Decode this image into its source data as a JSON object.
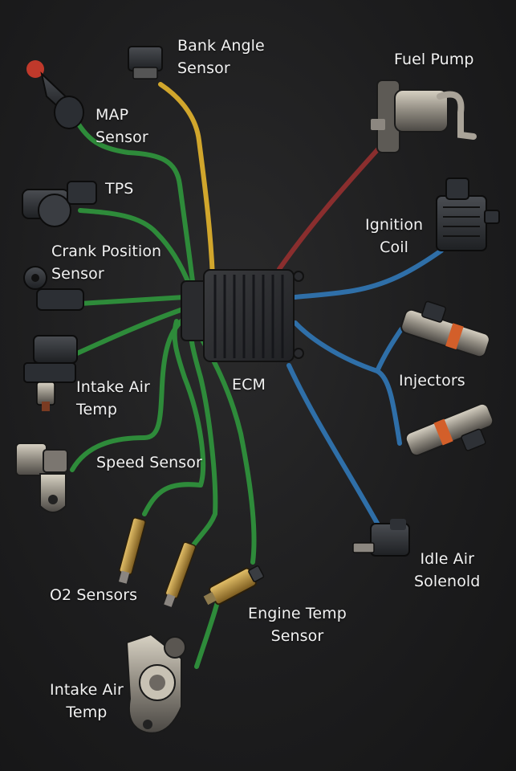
{
  "diagram": {
    "center": {
      "label": "ECM"
    },
    "colors": {
      "green": "#2e8b3a",
      "yellow": "#d1a62c",
      "red": "#8a2e2e",
      "blue": "#2f6fa8"
    },
    "components": {
      "bank_angle": {
        "line1": "Bank Angle",
        "line2": "Sensor",
        "wire": "yellow"
      },
      "map": {
        "line1": "MAP",
        "line2": "Sensor",
        "wire": "green"
      },
      "tps": {
        "label": "TPS",
        "wire": "green"
      },
      "crank": {
        "line1": "Crank Position",
        "line2": "Sensor",
        "wire": "green"
      },
      "intake_air_1": {
        "line1": "Intake Air",
        "line2": "Temp",
        "wire": "green"
      },
      "speed": {
        "label": "Speed Sensor",
        "wire": "green"
      },
      "o2": {
        "label": "O2 Sensors",
        "wire": "green"
      },
      "engine_temp": {
        "line1": "Engine Temp",
        "line2": "Sensor",
        "wire": "green"
      },
      "intake_air_2": {
        "line1": "Intake Air",
        "line2": "Temp",
        "wire": "green"
      },
      "fuel_pump": {
        "label": "Fuel Pump",
        "wire": "red"
      },
      "ignition": {
        "line1": "Ignition",
        "line2": "Coil",
        "wire": "blue"
      },
      "injectors": {
        "label": "Injectors",
        "wire": "blue"
      },
      "idle_air": {
        "line1": "Idle Air",
        "line2": "Solenold",
        "wire": "blue"
      }
    }
  }
}
